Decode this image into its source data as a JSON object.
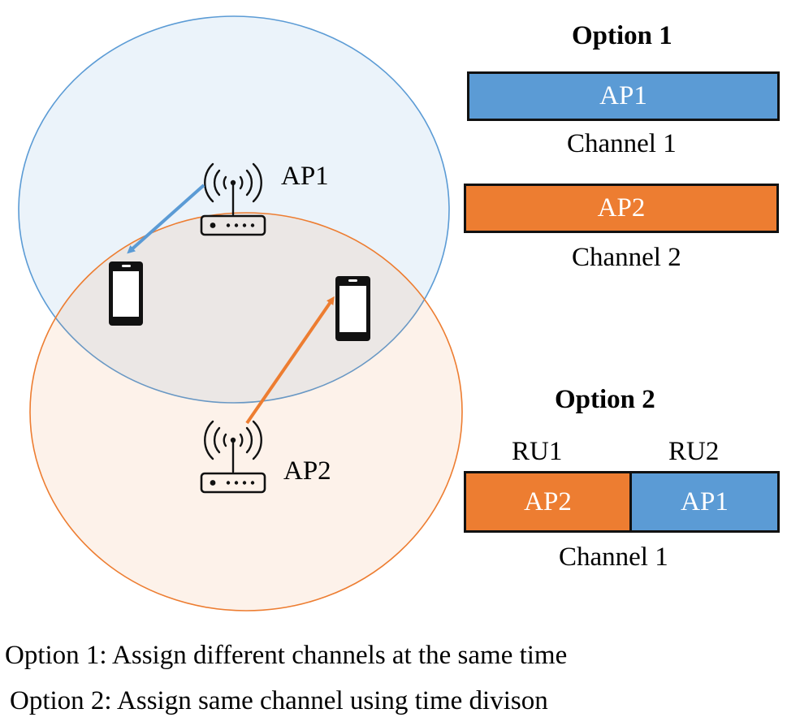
{
  "diagram": {
    "ap1_label": "AP1",
    "ap2_label": "AP2",
    "colors": {
      "ap1": "#5B9BD5",
      "ap2": "#ED7D31"
    }
  },
  "option1": {
    "title": "Option 1",
    "bars": [
      {
        "label": "AP1",
        "channel": "Channel 1"
      },
      {
        "label": "AP2",
        "channel": "Channel 2"
      }
    ]
  },
  "option2": {
    "title": "Option 2",
    "ru_labels": [
      "RU1",
      "RU2"
    ],
    "segments": [
      "AP2",
      "AP1"
    ],
    "channel": "Channel 1"
  },
  "captions": [
    "Option 1: Assign different channels at the same time",
    "Option 2: Assign same channel using time divison"
  ]
}
